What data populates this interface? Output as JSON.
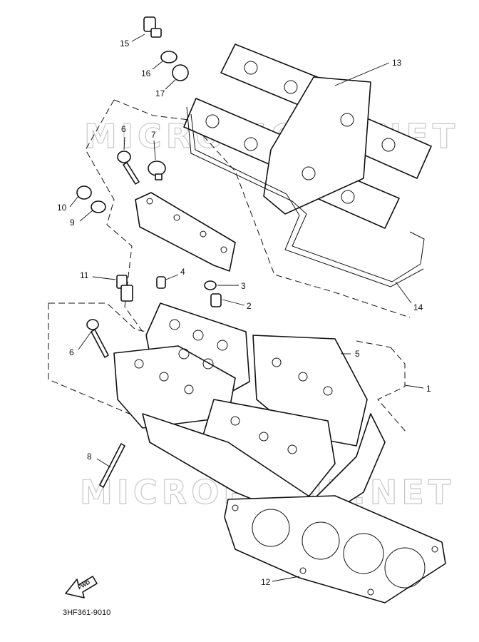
{
  "watermark": [
    "MICROFICHE.NET",
    "MICROFICHE.NET"
  ],
  "diagram_code": "3HF361-9010",
  "forward_label": "FWD",
  "callouts": [
    {
      "id": "c15",
      "label": "15"
    },
    {
      "id": "c16",
      "label": "16"
    },
    {
      "id": "c17",
      "label": "17"
    },
    {
      "id": "c13",
      "label": "13"
    },
    {
      "id": "c6a",
      "label": "6"
    },
    {
      "id": "c7",
      "label": "7"
    },
    {
      "id": "c10",
      "label": "10"
    },
    {
      "id": "c9",
      "label": "9"
    },
    {
      "id": "c4",
      "label": "4"
    },
    {
      "id": "c3",
      "label": "3"
    },
    {
      "id": "c2",
      "label": "2"
    },
    {
      "id": "c11",
      "label": "11"
    },
    {
      "id": "c14",
      "label": "14"
    },
    {
      "id": "c6b",
      "label": "6"
    },
    {
      "id": "c5",
      "label": "5"
    },
    {
      "id": "c1",
      "label": "1"
    },
    {
      "id": "c8",
      "label": "8"
    },
    {
      "id": "c12",
      "label": "12"
    }
  ]
}
